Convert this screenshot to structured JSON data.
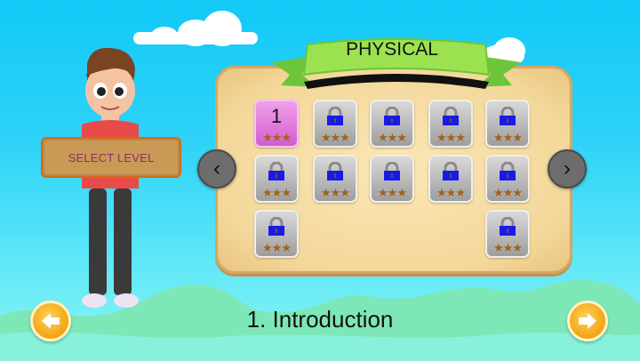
{
  "category": {
    "title": "PHYSICAL"
  },
  "sign": {
    "label": "SELECT LEVEL"
  },
  "levels": [
    {
      "number": "1",
      "locked": false,
      "stars": "★★★"
    },
    {
      "number": "",
      "locked": true,
      "stars": "★★★"
    },
    {
      "number": "",
      "locked": true,
      "stars": "★★★"
    },
    {
      "number": "",
      "locked": true,
      "stars": "★★★"
    },
    {
      "number": "",
      "locked": true,
      "stars": "★★★"
    },
    {
      "number": "",
      "locked": true,
      "stars": "★★★"
    },
    {
      "number": "",
      "locked": true,
      "stars": "★★★"
    },
    {
      "number": "",
      "locked": true,
      "stars": "★★★"
    },
    {
      "number": "",
      "locked": true,
      "stars": "★★★"
    },
    {
      "number": "",
      "locked": true,
      "stars": "★★★"
    },
    {
      "number": "",
      "locked": true,
      "stars": "★★★"
    },
    {
      "number": "",
      "locked": true,
      "stars": "★★★"
    }
  ],
  "nav": {
    "prev_glyph": "‹",
    "next_glyph": "›"
  },
  "footer": {
    "lesson_title": "1. Introduction",
    "back_icon": "arrow-left-icon",
    "forward_icon": "arrow-right-icon"
  },
  "colors": {
    "sky": "#12c9f7",
    "board": "#f3d79a",
    "ribbon": "#8fdc4a",
    "unlocked_tile": "#e07fdb",
    "lock": "#1a1ae6",
    "star": "#a0621d",
    "orange_button": "#f2a313"
  }
}
